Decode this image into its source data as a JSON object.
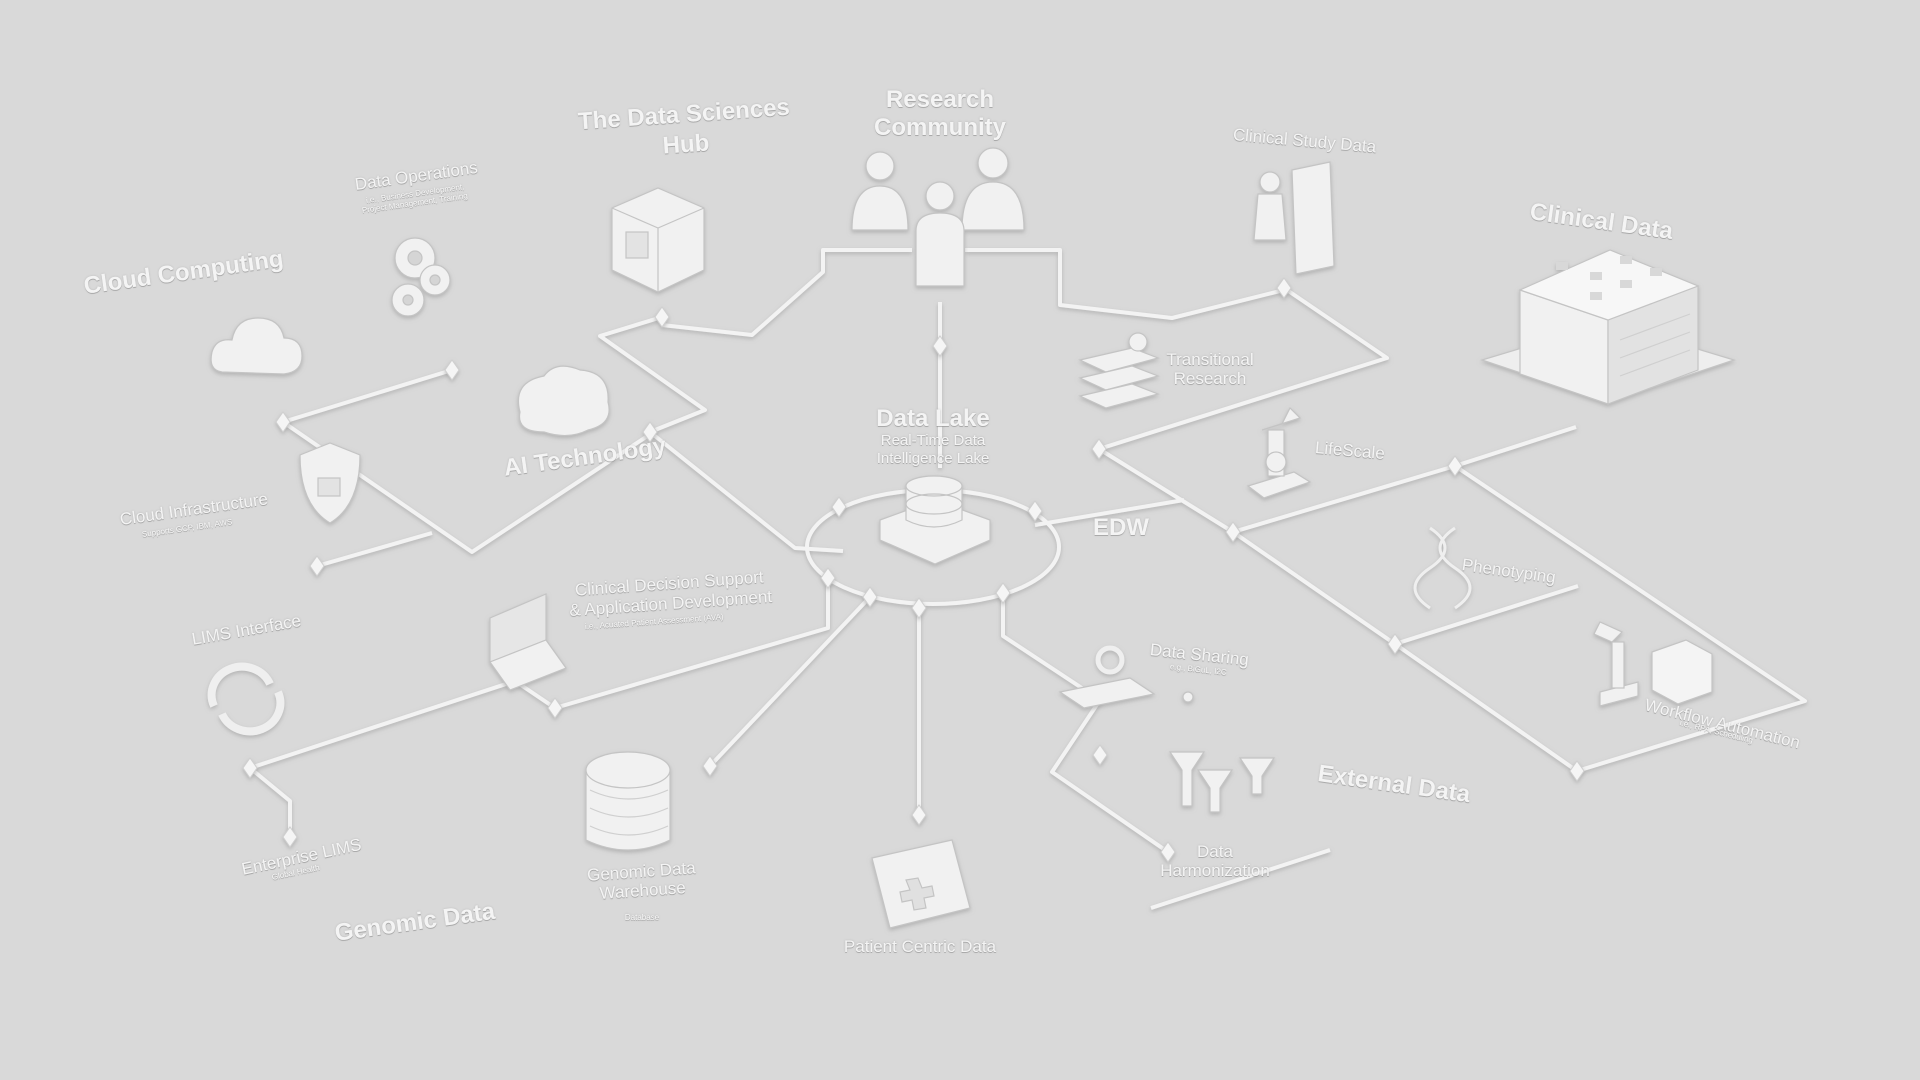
{
  "colors": {
    "background": "#d9d9d9",
    "line": "#f4f4f4",
    "shape": "#f1f1f1",
    "shape_shade": "#c9c9c9"
  },
  "center": {
    "title": "Data Lake",
    "subtitle_1": "Real-Time Data",
    "subtitle_2": "Intelligence Lake"
  },
  "sections": {
    "research_community": "Research\nCommunity",
    "data_sciences_hub": "The Data Sciences\nHub",
    "cloud_computing": "Cloud Computing",
    "ai_technology": "AI Technology",
    "clinical_data": "Clinical Data",
    "edw": "EDW",
    "external_data": "External Data",
    "genomic_data": "Genomic Data"
  },
  "nodes": {
    "data_operations": {
      "title": "Data Operations",
      "sub_1": "i.e., Business Development,",
      "sub_2": "Project Management, Training"
    },
    "cloud_infrastructure": {
      "title": "Cloud Infrastructure",
      "sub": "Supports GCP, IBM, AWS"
    },
    "clinical_study_data": {
      "title": "Clinical Study Data"
    },
    "transitional_research": {
      "title": "Transitional\nResearch"
    },
    "lifescale": {
      "title": "LifeScale"
    },
    "phenotyping": {
      "title": "Phenotyping"
    },
    "workflow_automation": {
      "title": "Workflow Automation",
      "sub": "i.e., RPA, Scheduling"
    },
    "clinical_decision_support": {
      "title": "Clinical Decision Support\n& Application Development",
      "sub": "i.e., Acuated Patient Assessment (AVA)"
    },
    "lims_interface": {
      "title": "LIMS Interface"
    },
    "enterprise_lims": {
      "title": "Enterprise LIMS",
      "sub": "Global Health"
    },
    "genomic_data_warehouse": {
      "title": "Genomic Data\nWarehouse",
      "sub": "Database"
    },
    "patient_centric_data": {
      "title": "Patient Centric Data"
    },
    "data_sharing": {
      "title": "Data Sharing",
      "sub": "e.g., BiGuL, I2C"
    },
    "data_harmonization": {
      "title": "Data\nHarmonization"
    }
  },
  "icons": [
    "people-icon",
    "cube-icon",
    "gears-icon",
    "cloud-icon",
    "shield-lock-icon",
    "brain-icon",
    "database-stack-icon",
    "clinical-study-icon",
    "books-icon",
    "microscope-icon",
    "dna-icon",
    "hospital-building-icon",
    "robot-arm-icon",
    "laptop-icon",
    "sync-arrows-icon",
    "genomic-database-icon",
    "medical-folder-icon",
    "magnifier-book-icon",
    "funnels-icon"
  ]
}
